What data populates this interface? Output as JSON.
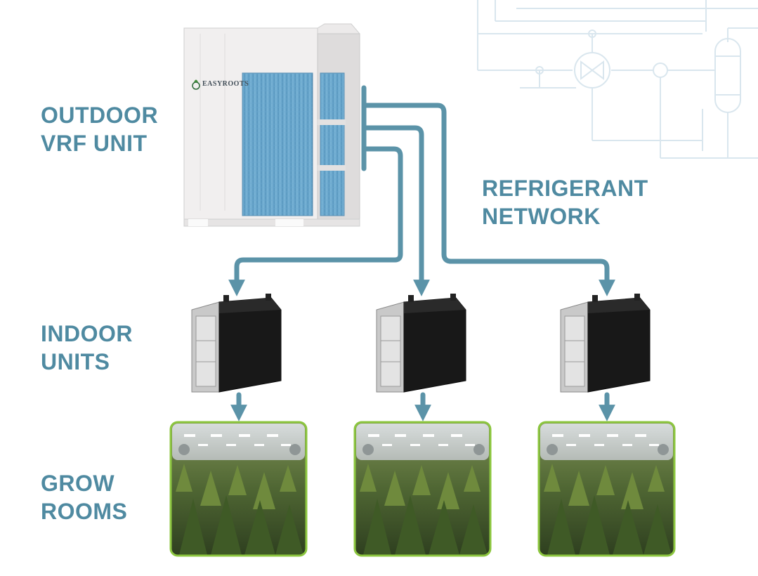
{
  "labels": {
    "outdoor_line1": "OUTDOOR",
    "outdoor_line2": "VRF UNIT",
    "network_line1": "REFRIGERANT",
    "network_line2": "NETWORK",
    "indoor_line1": "INDOOR",
    "indoor_line2": "UNITS",
    "grow_line1": "GROW",
    "grow_line2": "ROOMS"
  },
  "brand": {
    "name": "EASYROOTS"
  },
  "colors": {
    "accent": "#4f8aa1",
    "pipe": "#5b93a8",
    "grow_room_border": "#8cc63f",
    "schematic": "#d6e4ec"
  }
}
